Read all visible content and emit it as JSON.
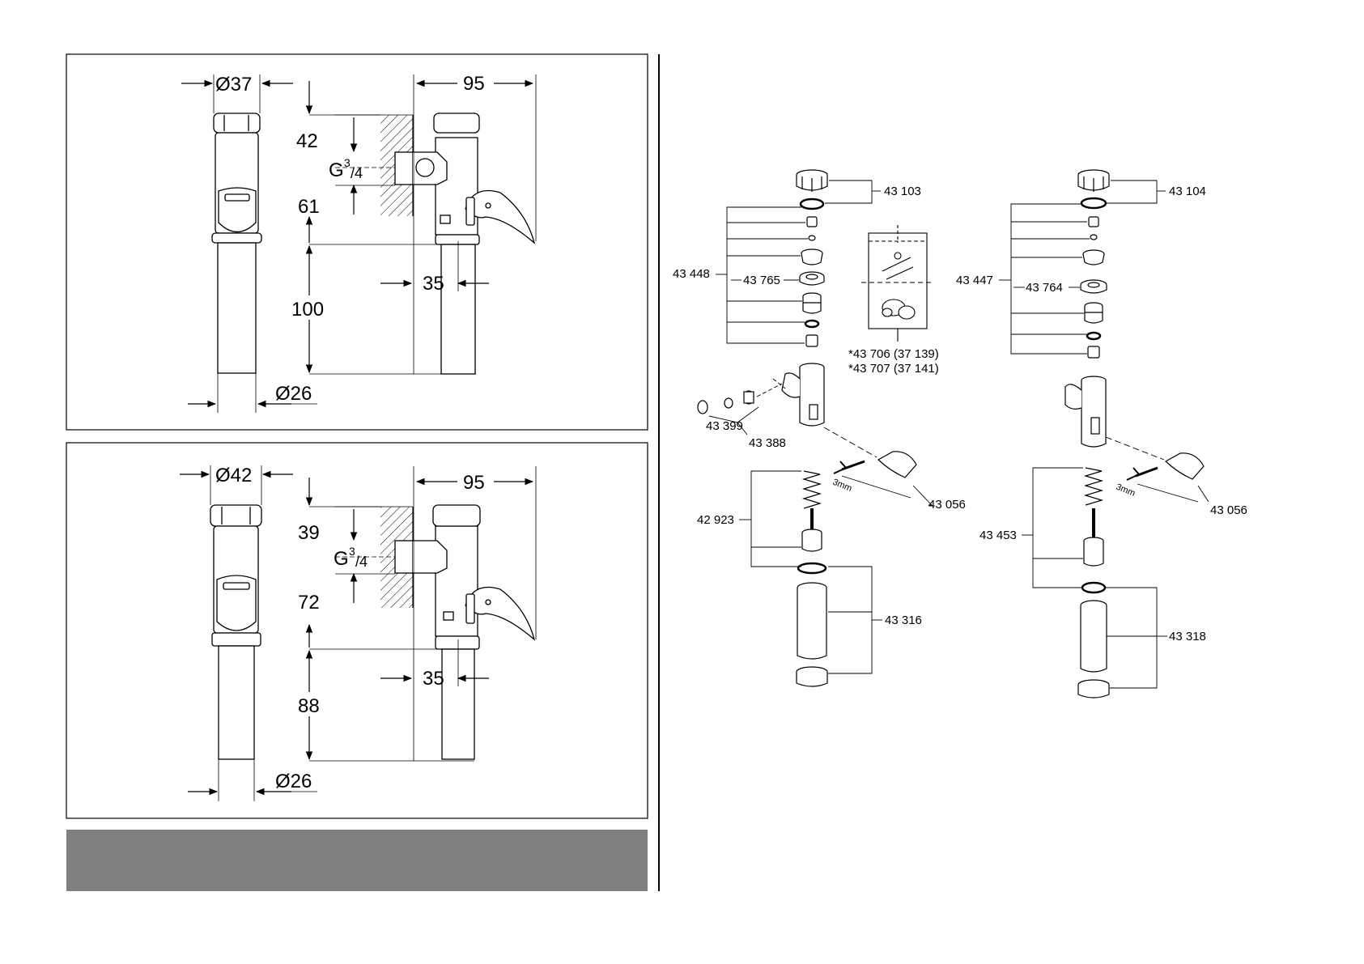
{
  "panel_top": {
    "dia_top": "Ø37",
    "dim_width": "95",
    "dim_upper": "42",
    "thread_G": "G",
    "thread_sup": "3",
    "thread_sub": "/4",
    "dim_mid": "61",
    "dim_offset": "35",
    "dim_pipe": "100",
    "dia_pipe": "Ø26"
  },
  "panel_bottom": {
    "dia_top": "Ø42",
    "dim_width": "95",
    "dim_upper": "39",
    "thread_G": "G",
    "thread_sup": "3",
    "thread_sub": "/4",
    "dim_mid": "72",
    "dim_offset": "35",
    "dim_pipe": "88",
    "dia_pipe": "Ø26"
  },
  "explode_left": {
    "cap": "43 103",
    "cartridge_group": "43 448",
    "seal": "43 765",
    "kit_line1": "*43 706 (37 139)",
    "kit_line2": "*43 707 (37 141)",
    "nut_small": "43 399",
    "stop": "43 388",
    "key_label": "3mm",
    "lever": "43 056",
    "spring_group": "42 923",
    "pipe_group": "43 316"
  },
  "explode_right": {
    "cap": "43 104",
    "cartridge_group": "43 447",
    "seal": "43 764",
    "key_label": "3mm",
    "lever": "43 056",
    "spring_group": "43 453",
    "pipe_group": "43 318"
  }
}
